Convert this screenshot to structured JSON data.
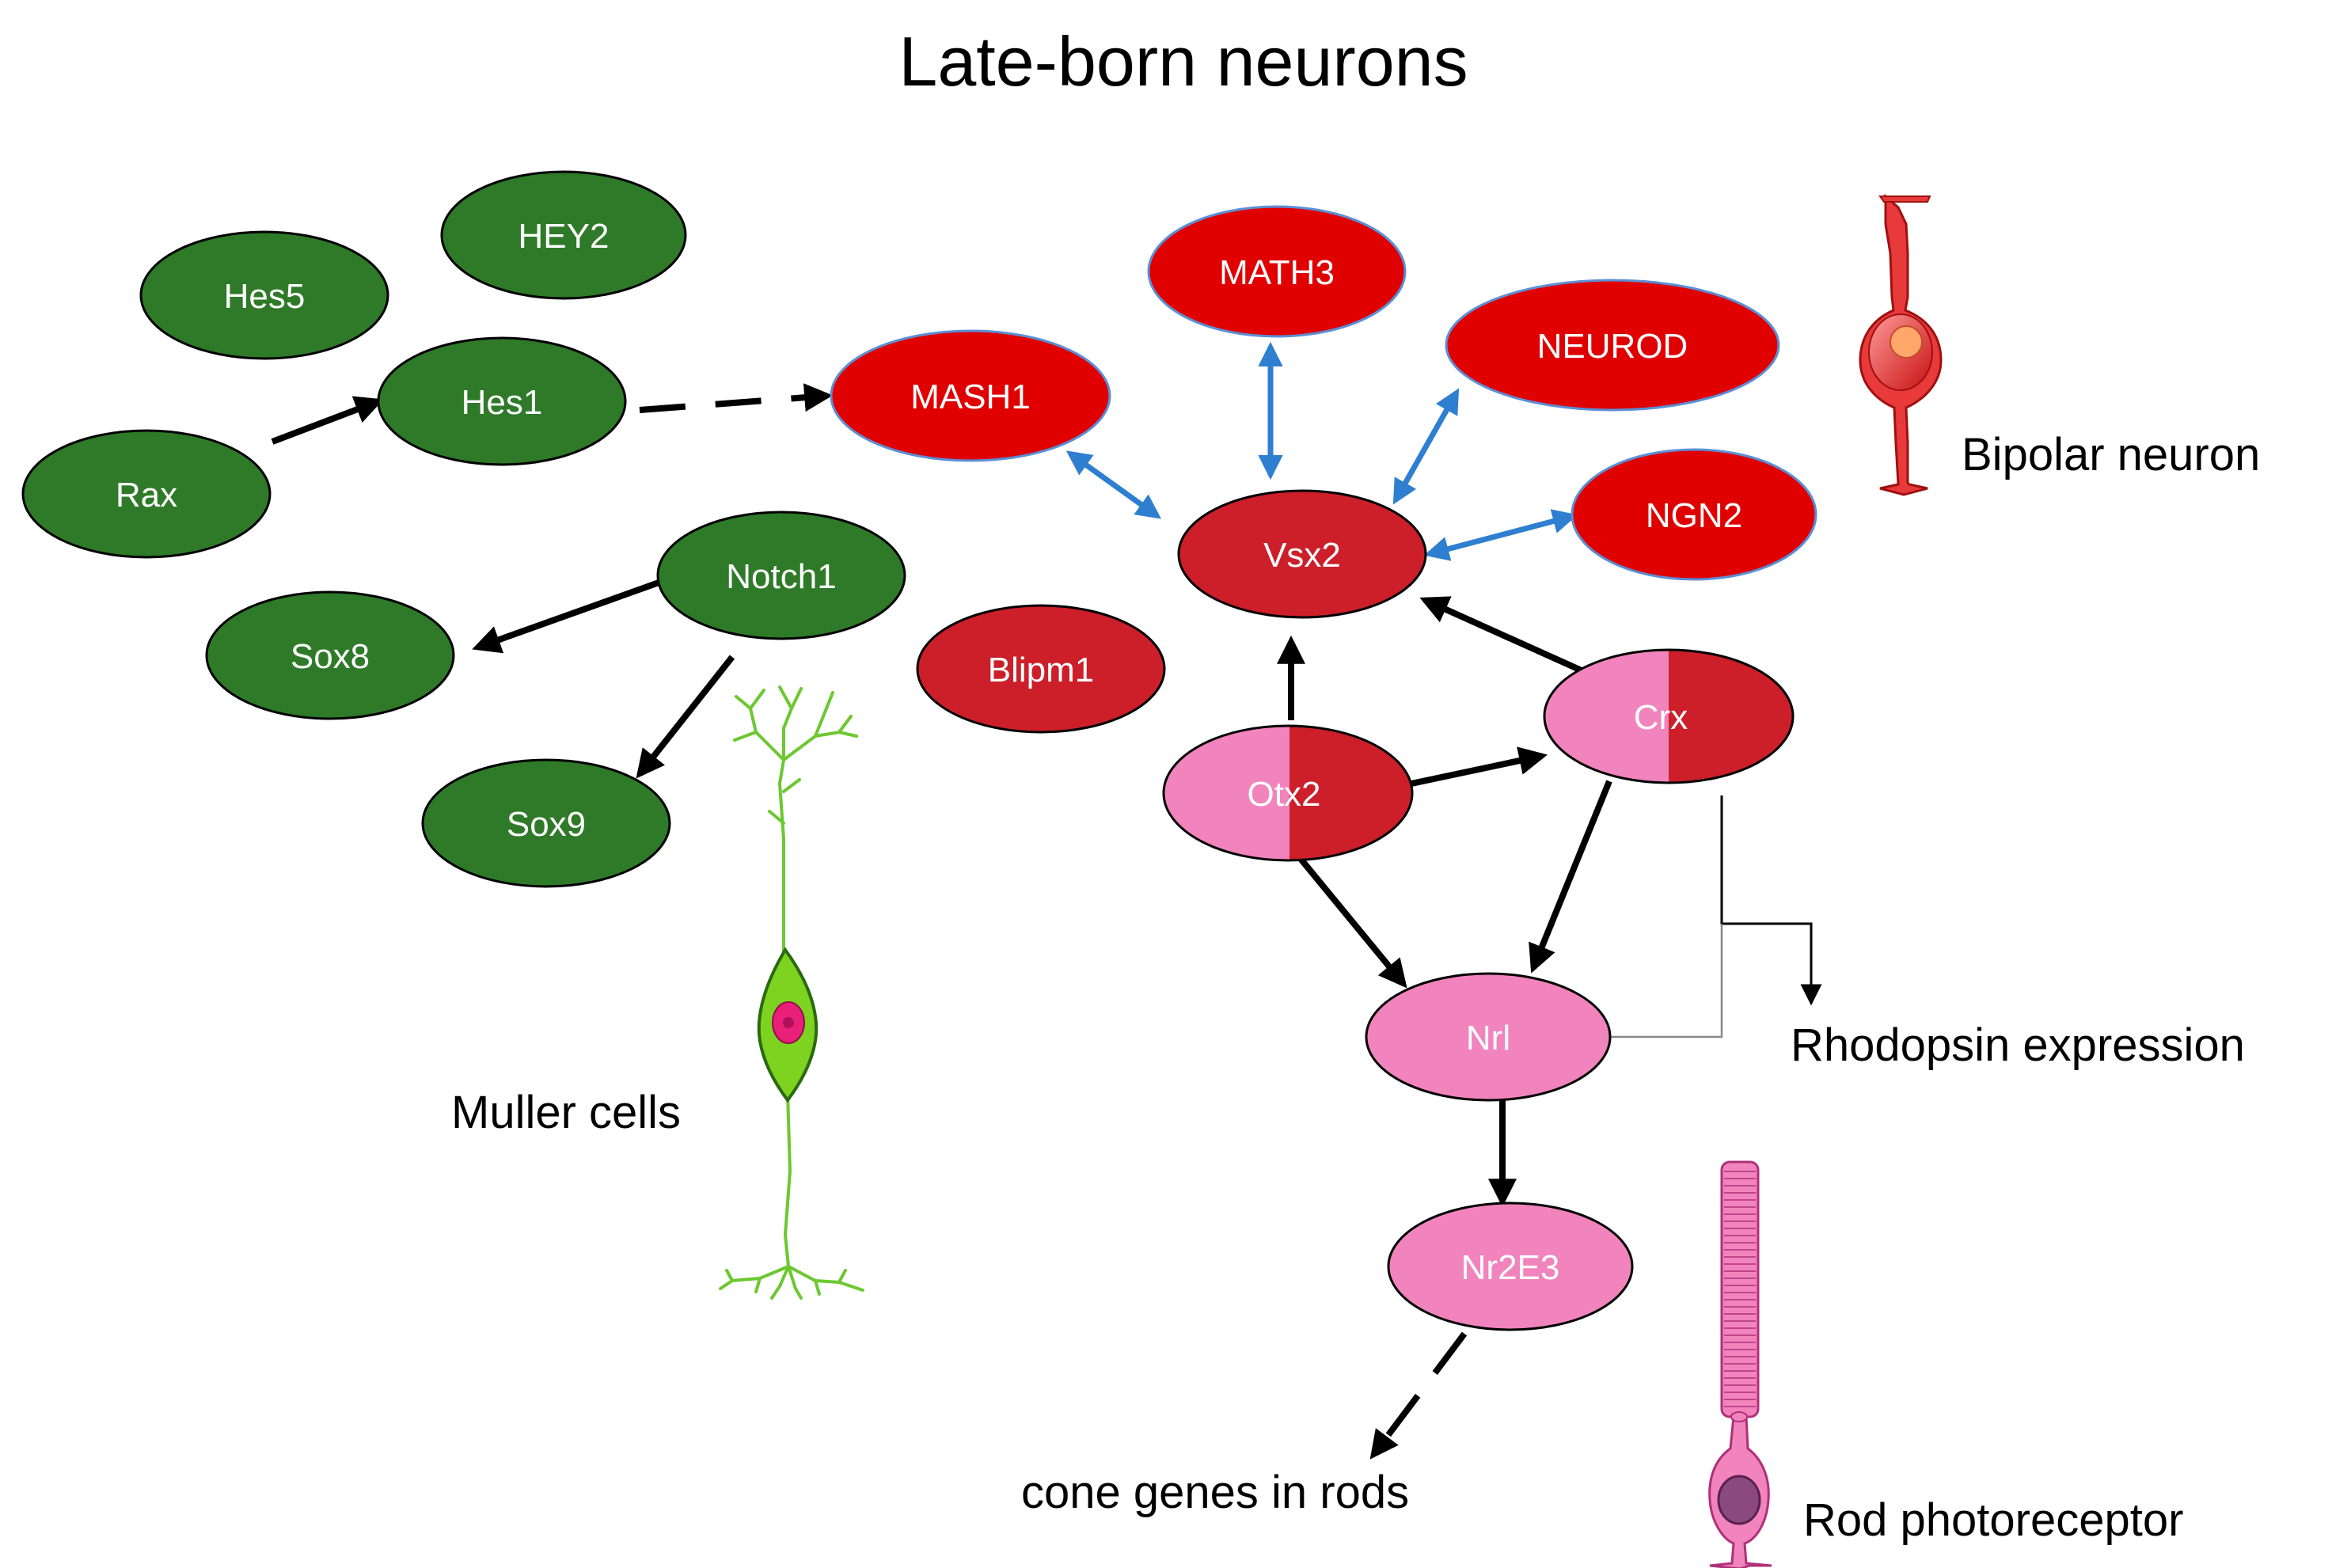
{
  "title": "Late-born neurons",
  "colors": {
    "green_fill": "#2e7a28",
    "red_fill": "#e00000",
    "darkred_fill": "#cc1f2a",
    "pink_fill": "#f184bd",
    "blue_arrow": "#2f7fd0",
    "black_arrow": "#000000"
  },
  "nodes": {
    "hey2": "HEY2",
    "hes5": "Hes5",
    "hes1": "Hes1",
    "rax": "Rax",
    "notch1": "Notch1",
    "sox8": "Sox8",
    "sox9": "Sox9",
    "math3": "MATH3",
    "neurod": "NEUROD",
    "mash1": "MASH1",
    "ngn2": "NGN2",
    "vsx2": "Vsx2",
    "blipm1": "Blipm1",
    "crx": "Crx",
    "otx2": "Otx2",
    "nrl": "Nrl",
    "nr2e3": "Nr2E3"
  },
  "labels": {
    "bipolar": "Bipolar neuron",
    "muller": "Muller cells",
    "rhodopsin": "Rhodopsin expression",
    "cone": "cone genes in rods",
    "rod": "Rod photoreceptor"
  },
  "cell_icons": [
    "bipolar-neuron-icon",
    "muller-cell-icon",
    "rod-photoreceptor-icon"
  ]
}
